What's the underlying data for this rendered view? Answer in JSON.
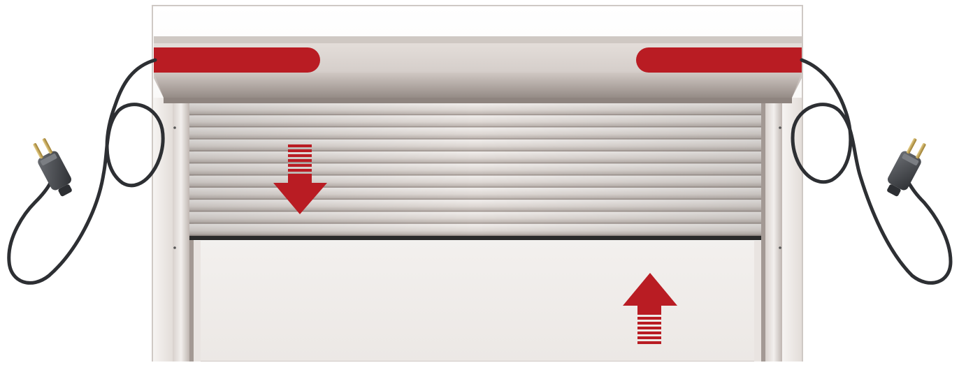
{
  "colors": {
    "accent_red": "#b91c23",
    "frame_light": "#f3f1ef",
    "frame_mid": "#d9d3cf",
    "frame_dark": "#a89e98",
    "slat_light": "#e8e4e1",
    "slat_dark": "#b8afaa",
    "cable": "#2d2f33",
    "plug": "#4a4c50",
    "pin": "#c9a24a"
  },
  "scene": {
    "subject": "roller-shutter-garage-door",
    "indicators": [
      {
        "name": "down-arrow",
        "direction": "down"
      },
      {
        "name": "up-arrow",
        "direction": "up"
      }
    ],
    "power_plugs": 2,
    "red_bars": 2
  }
}
